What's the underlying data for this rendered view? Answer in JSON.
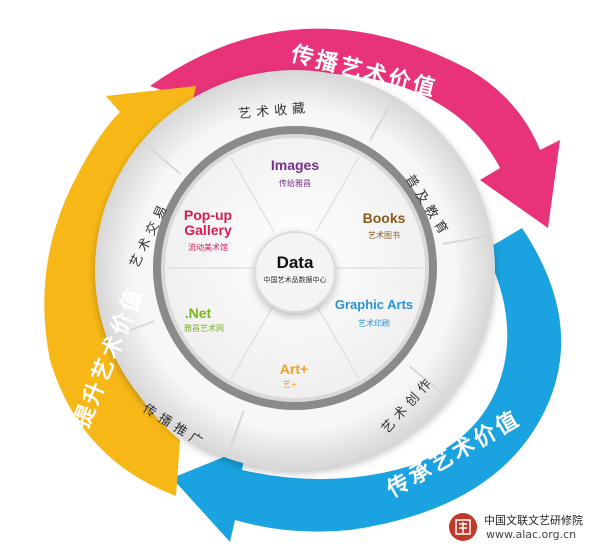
{
  "colors": {
    "magenta": "#e8337a",
    "blue": "#1aa3e0",
    "yellow": "#f7b817",
    "ring": "#ececec",
    "center_ring": "#8a8a8a",
    "images": "#7b2d8e",
    "books": "#8a5a1c",
    "graphic": "#2a93d5",
    "art": "#f5a11a",
    "net": "#7cb41e",
    "popup": "#d61c52",
    "seal": "#c0392b"
  },
  "outer": {
    "top": "传播艺术价值",
    "right": "传承艺术价值",
    "left": "提升艺术价值"
  },
  "ring": {
    "top": "艺术收藏",
    "right_top": "普及教育",
    "right_bottom": "艺术创作",
    "left_bottom": "传播推广",
    "left_top": "艺术交易"
  },
  "center": {
    "title": "Data",
    "subtitle": "中国艺术品数据中心"
  },
  "segments": {
    "images": {
      "title": "Images",
      "subtitle": "传给雅昌"
    },
    "books": {
      "title": "Books",
      "subtitle": "艺术图书"
    },
    "graphic": {
      "title": "Graphic Arts",
      "subtitle": "艺术印刷"
    },
    "art": {
      "title": "Art+",
      "subtitle": "艺+"
    },
    "net": {
      "title": ".Net",
      "subtitle": "雅昌艺术网"
    },
    "popup": {
      "title": "Pop-up Gallery",
      "subtitle": "流动美术馆"
    }
  },
  "footer": {
    "name": "中国文联文艺研修院",
    "url": "www.alac.org.cn"
  }
}
